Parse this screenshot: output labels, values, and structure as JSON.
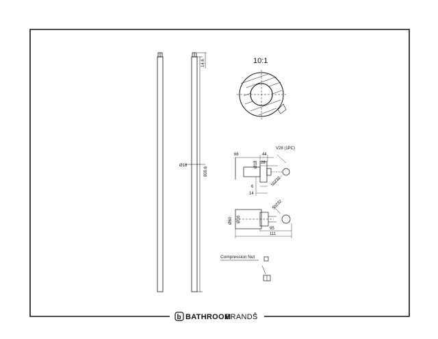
{
  "scale_label": "10:1",
  "labels": {
    "pipe_diameter": "Ø18",
    "pipe_length": "800.6",
    "pipe_top": "14.6",
    "dim_66": "66",
    "dim_44": "44",
    "dim_28": "28",
    "dim_18": "Ø18",
    "dim_6": "6",
    "dim_14": "14",
    "v28": "V28 (1PC)",
    "thread_top": "50Z32",
    "dim_60": "Ø60",
    "dim_16": "Ø16",
    "thread_bottom": "50Z32",
    "dim_95": "95",
    "dim_111": "111",
    "compression_nut": "Compression Nut"
  },
  "brand": {
    "mark": "b",
    "bold": "BATHROOM",
    "regular": "BRANDS",
    "registered": "®"
  },
  "colors": {
    "line": "#111111",
    "paper": "#ffffff"
  }
}
